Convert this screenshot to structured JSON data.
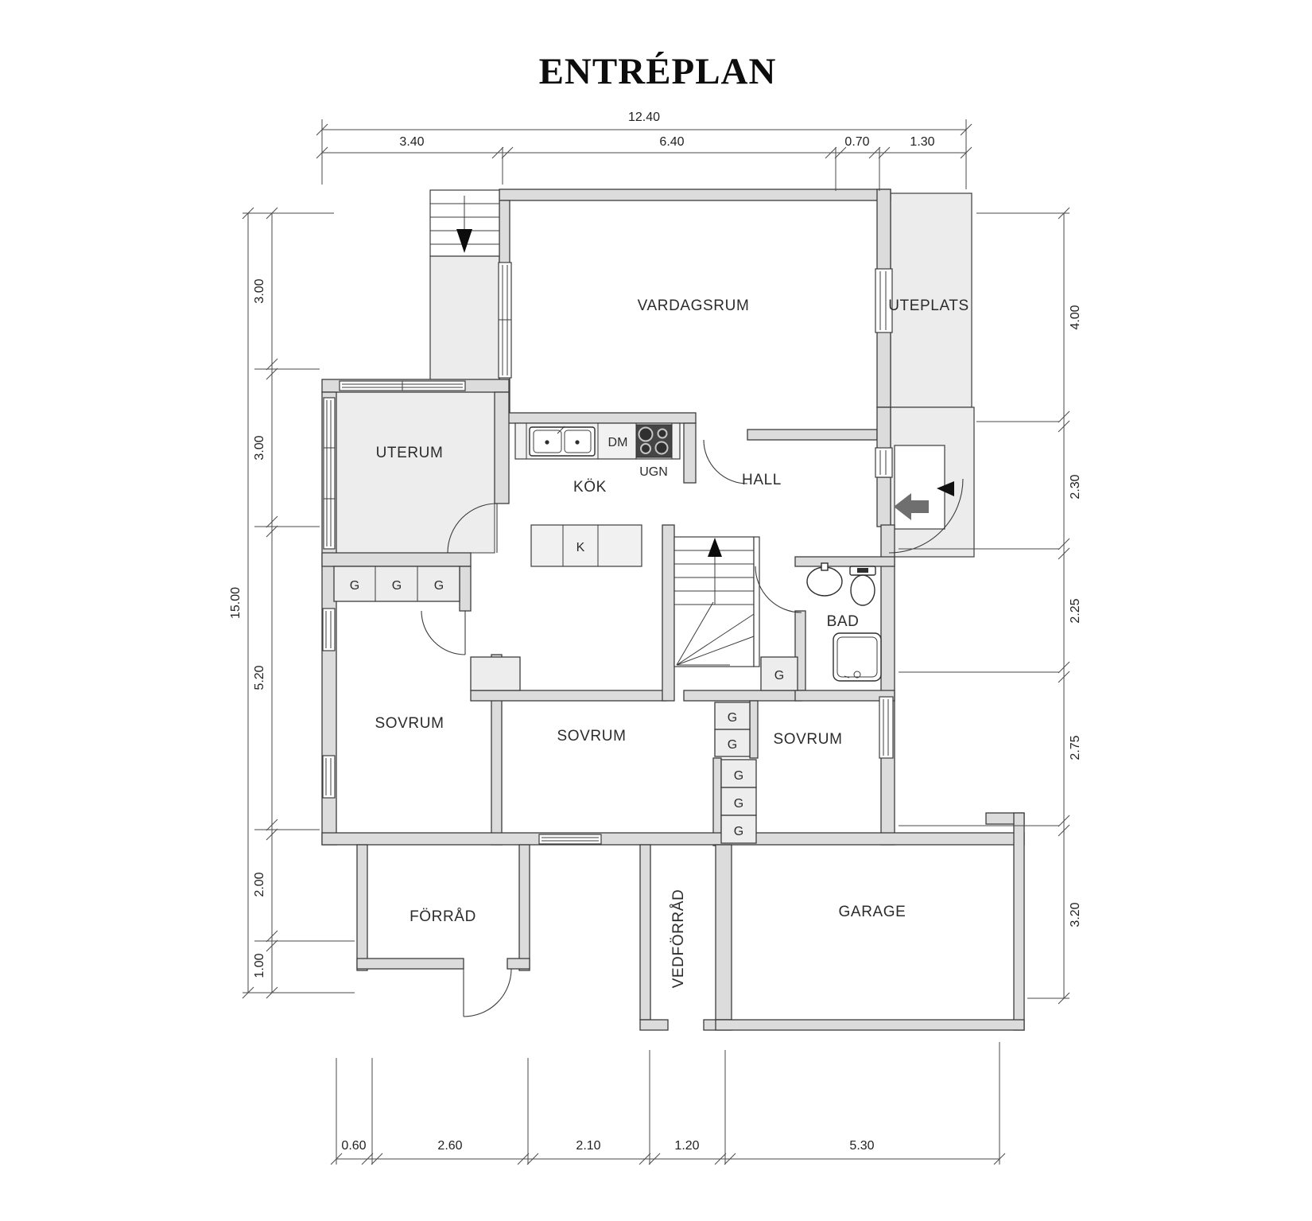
{
  "title": "ENTRÉPLAN",
  "rooms": {
    "vardagsrum": "VARDAGSRUM",
    "uteplats": "UTEPLATS",
    "uterum": "UTERUM",
    "kok": "KÖK",
    "hall": "HALL",
    "bad": "BAD",
    "sovrum1": "SOVRUM",
    "sovrum2": "SOVRUM",
    "sovrum3": "SOVRUM",
    "forrad": "FÖRRÅD",
    "vedforrad": "VEDFÖRRÅD",
    "garage": "GARAGE"
  },
  "labels": {
    "dishwasher": "DM",
    "oven": "UGN",
    "fridge": "K",
    "wardrobe": "G"
  },
  "dimensions": {
    "top": {
      "total": "12.40",
      "segments": [
        "3.40",
        "6.40",
        "0.70",
        "1.30"
      ]
    },
    "left": {
      "total": "15.00",
      "segments": [
        "3.00",
        "3.00",
        "5.20",
        "2.00",
        "1.00"
      ]
    },
    "right": {
      "segments": [
        "4.00",
        "2.30",
        "2.25",
        "2.75",
        "3.20"
      ]
    },
    "bottom": {
      "segments": [
        "0.60",
        "2.60",
        "2.10",
        "1.20",
        "5.30"
      ]
    }
  },
  "colors": {
    "wall_fill": "#dcdcdc",
    "outdoor_fill": "#ececec",
    "line": "#3c3c3c",
    "stove": "#454545",
    "entry_arrow_gray": "#6f6f6f",
    "entry_arrow_black": "#111111"
  }
}
